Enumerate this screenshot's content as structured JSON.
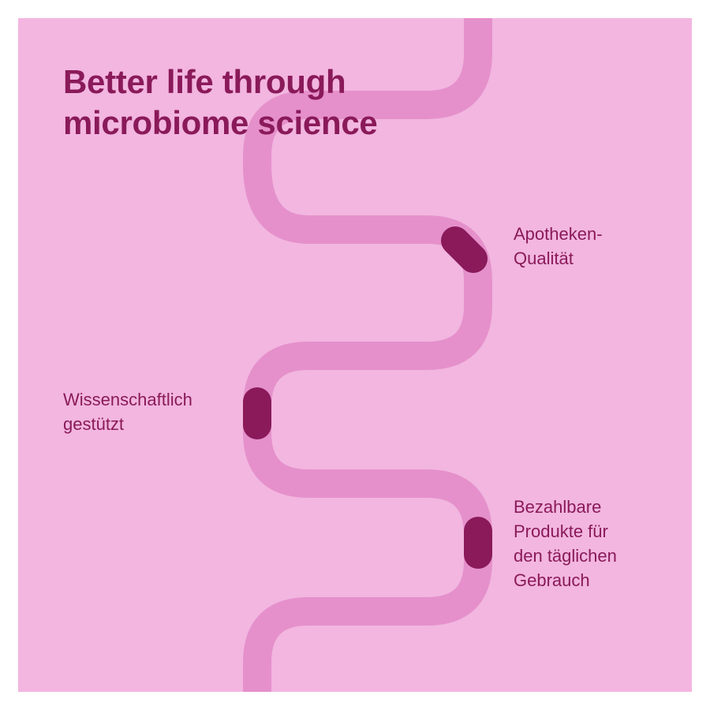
{
  "headline": {
    "line1": "Better life through",
    "line2": "microbiome science"
  },
  "features": [
    {
      "line1": "Apotheken-",
      "line2": "Qualität"
    },
    {
      "line1": "Wissenschaftlich",
      "line2": "gestützt"
    },
    {
      "line1": "Bezahlbare",
      "line2": "Produkte für",
      "line3": "den täglichen",
      "line4": "Gebrauch"
    }
  ],
  "colors": {
    "background": "#f2b6e0",
    "path": "#e590cb",
    "accent": "#8a1a5a",
    "text": "#8a1a5a"
  }
}
